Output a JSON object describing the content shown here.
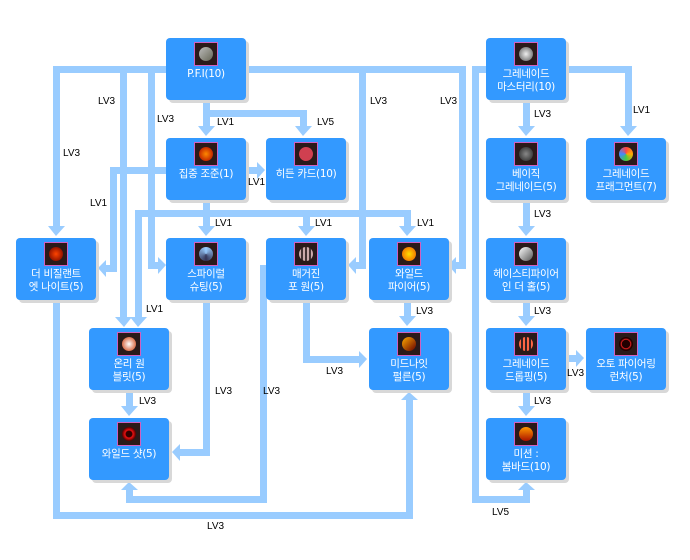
{
  "colors": {
    "node": "#3399ff",
    "connector": "#99ccff",
    "text": "#ffffff",
    "label": "#000000"
  },
  "nodes": {
    "pfi": {
      "label": "P.F.I(10)",
      "icon": "boomerang-icon"
    },
    "grenade_mastery": {
      "label": "그레네이드\n마스터리(10)",
      "icon": "grenade-mastery-icon"
    },
    "focus_aim": {
      "label": "집중 조준(1)",
      "icon": "crosshair-icon"
    },
    "hidden_card": {
      "label": "히든 카드(10)",
      "icon": "card-icon"
    },
    "basic_grenade": {
      "label": "베이직\n그레네이드(5)",
      "icon": "grenade-icon"
    },
    "grenade_fragment": {
      "label": "그레네이드\n프래그먼트(7)",
      "icon": "fragment-icon"
    },
    "vigilant_night": {
      "label": "더 비질랜트\n엣 나이트(5)",
      "icon": "vigilant-icon"
    },
    "spiral_shooting": {
      "label": "스파이럴\n슈팅(5)",
      "icon": "spiral-icon"
    },
    "magazine_four_one": {
      "label": "매거진\n포 원(5)",
      "icon": "magazine-icon"
    },
    "wild_fire": {
      "label": "와일드\n파이어(5)",
      "icon": "wild-fire-icon"
    },
    "hasty_fire": {
      "label": "헤이스티파이어\n인 더 홀(5)",
      "icon": "hasty-fire-icon"
    },
    "only_one_bullet": {
      "label": "온리 원\n블릿(5)",
      "icon": "bullet-icon"
    },
    "midnight_fallen": {
      "label": "미드나잇\n펄른(5)",
      "icon": "midnight-icon"
    },
    "grenade_dropping": {
      "label": "그레네이드\n드롭핑(5)",
      "icon": "dropping-icon"
    },
    "auto_firing_launcher": {
      "label": "오토 파이어링\n런처(5)",
      "icon": "launcher-icon"
    },
    "wild_shot": {
      "label": "와일드 샷(5)",
      "icon": "wild-shot-icon"
    },
    "mission_bombard": {
      "label": "미션 :\n봄바드(10)",
      "icon": "bombard-icon"
    }
  },
  "levels": {
    "pfi_vigilant": "LV3",
    "pfi_only_one": "LV3",
    "pfi_spiral": "LV3",
    "pfi_focus": "LV1",
    "pfi_hidden": "LV5",
    "pfi_magazine": "LV3",
    "pfi_wildfire": "LV3",
    "focus_hidden": "LV1",
    "focus_vigilant": "LV1",
    "focus_spiral": "LV1",
    "focus_magazine": "LV1",
    "focus_wildfire": "LV1",
    "focus_only_one": "LV1",
    "gm_basic": "LV3",
    "gm_fragment": "LV1",
    "basic_hasty": "LV3",
    "hasty_dropping": "LV3",
    "dropping_auto": "LV3",
    "dropping_bombard": "LV3",
    "gm_bombard": "LV5",
    "wildfire_midnight": "LV3",
    "magazine_midnight": "LV3",
    "only_one_wildshot": "LV3",
    "spiral_wildshot": "LV3",
    "magazine_wildshot": "LV3",
    "vigilant_midnight": "LV3"
  }
}
